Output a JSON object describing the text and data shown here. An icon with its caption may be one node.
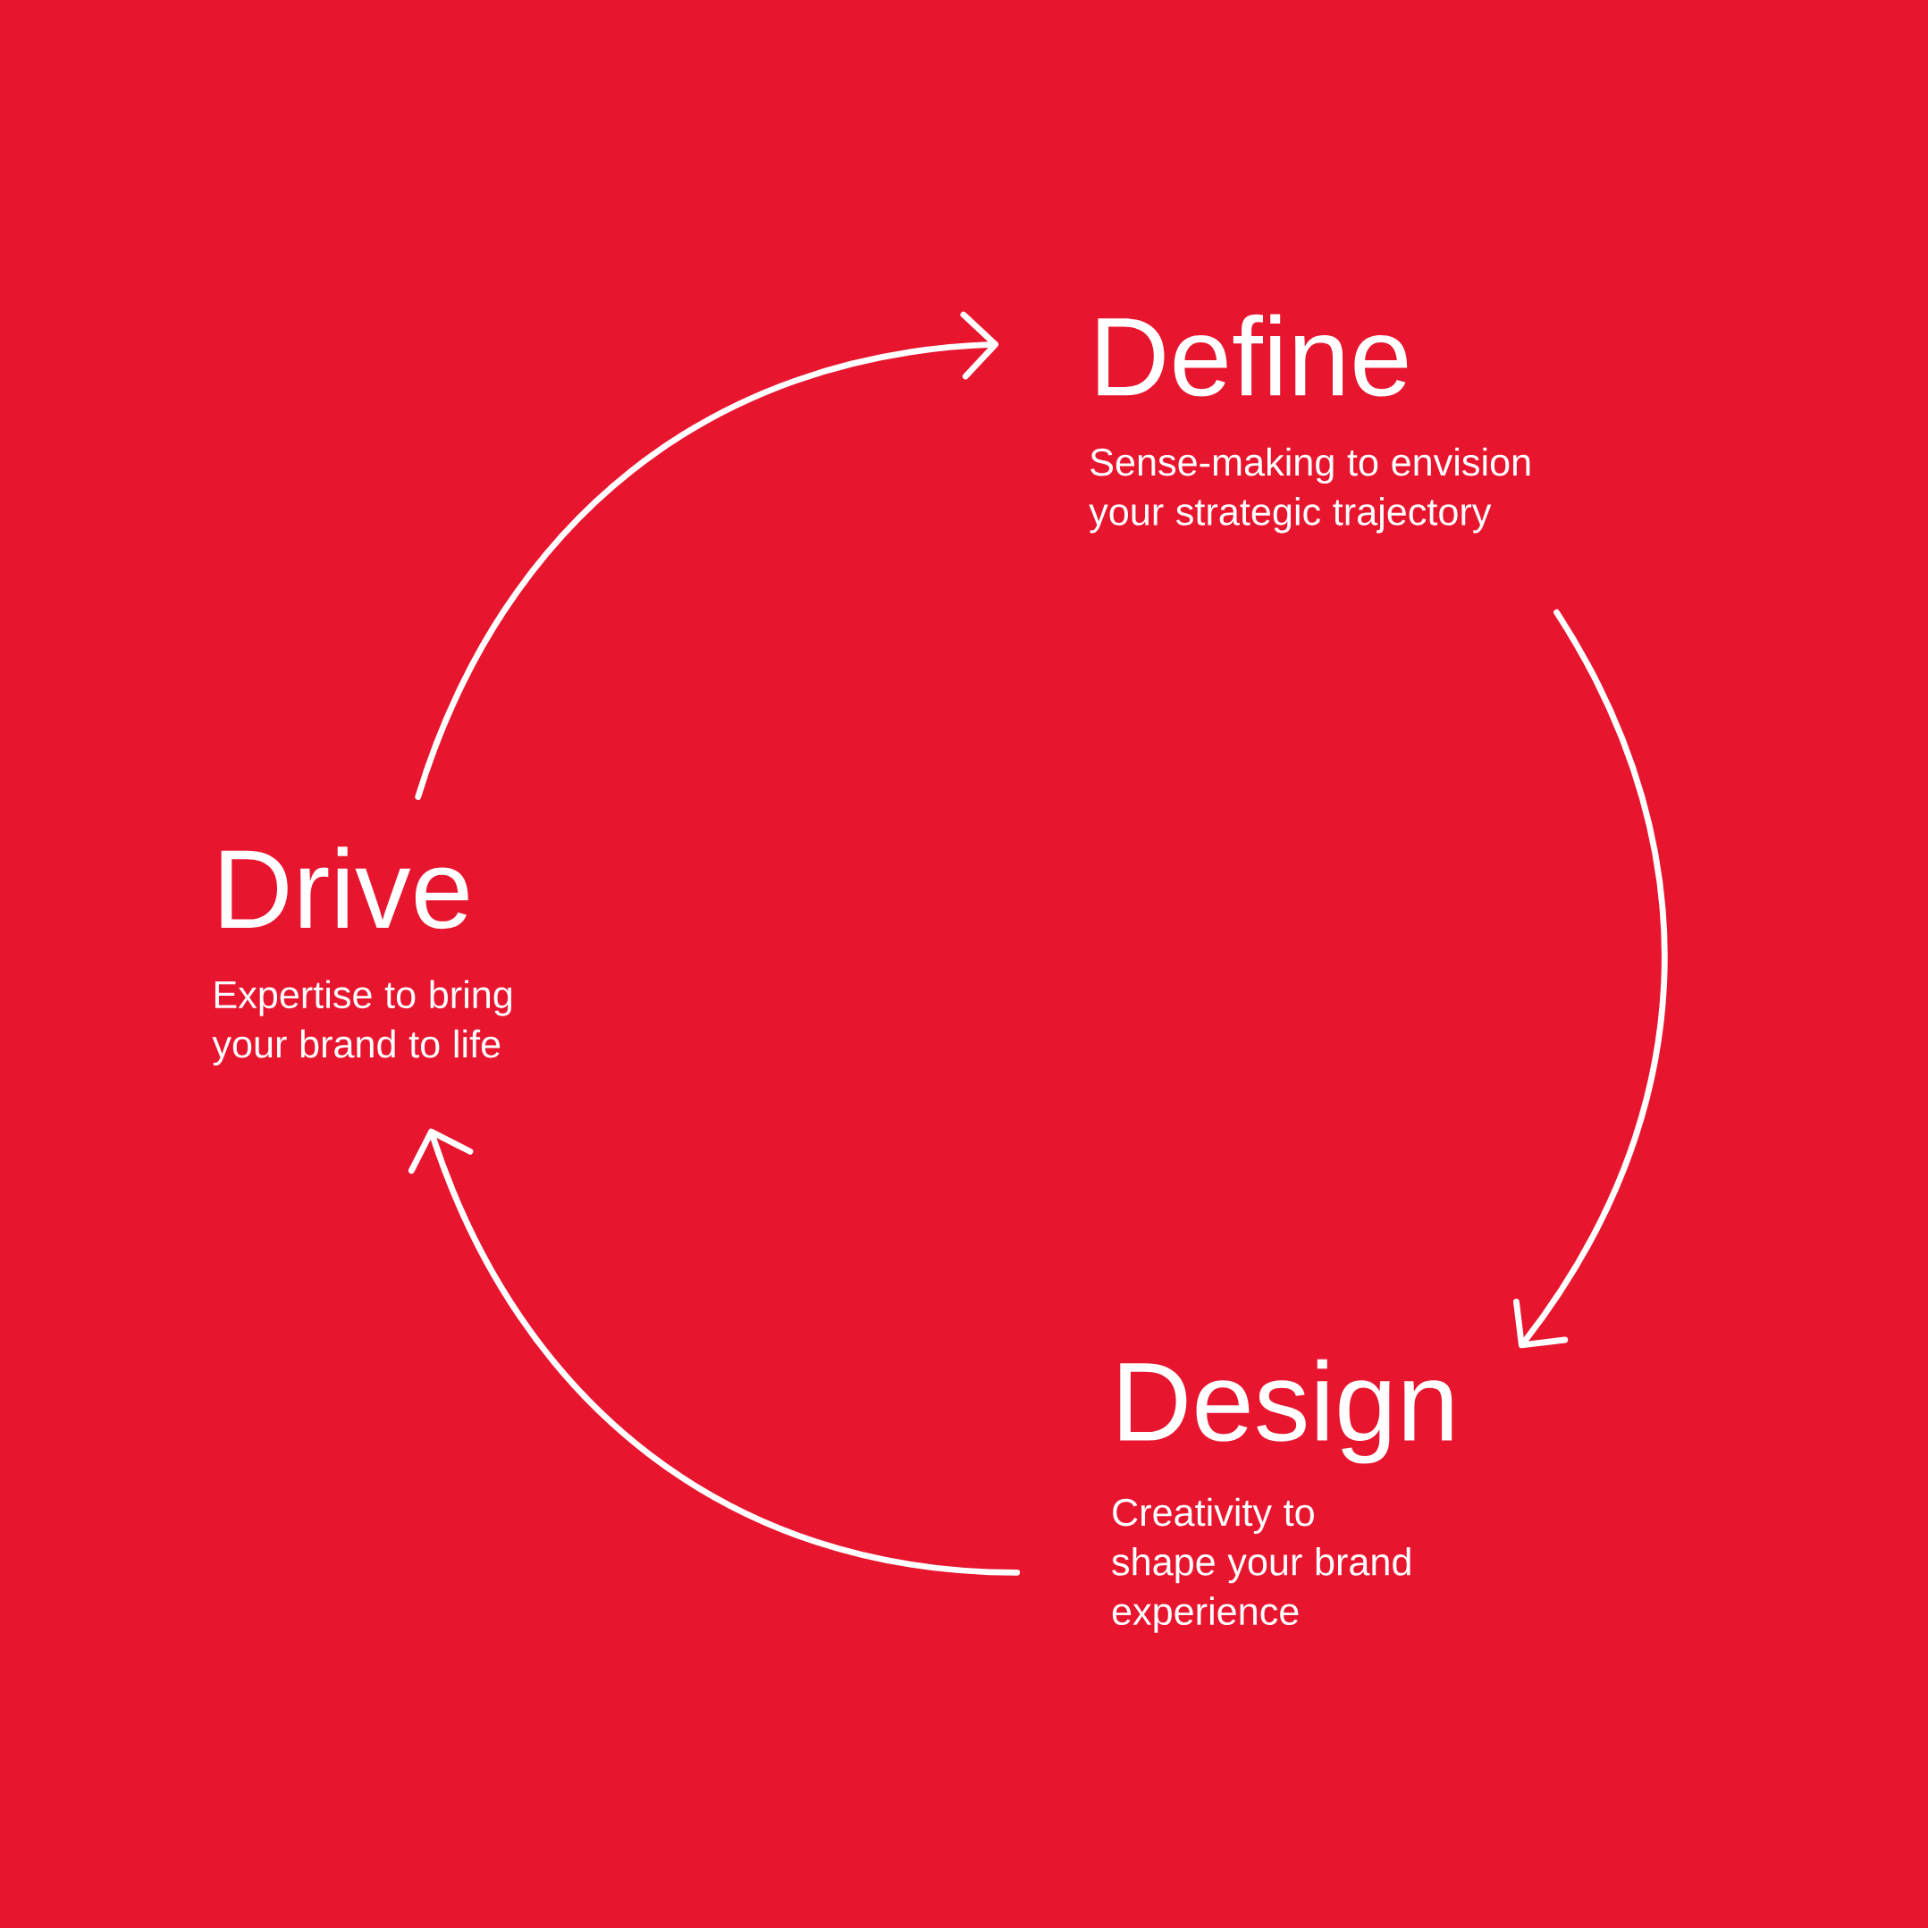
{
  "diagram": {
    "nodes": [
      {
        "text": [
          "Define",
          "Sense-making to envision your strategic trajectory"
        ]
      },
      {
        "text": [
          "Design",
          "Creativity to shape your brand experience"
        ]
      },
      {
        "text": [
          "Drive",
          "Expertise to bring your brand to life"
        ]
      }
    ],
    "edges": [
      {
        "from": 2,
        "to": 0,
        "arrow": "to"
      },
      {
        "from": 0,
        "to": 1,
        "arrow": "to"
      },
      {
        "from": 1,
        "to": 2,
        "arrow": "to"
      }
    ]
  }
}
